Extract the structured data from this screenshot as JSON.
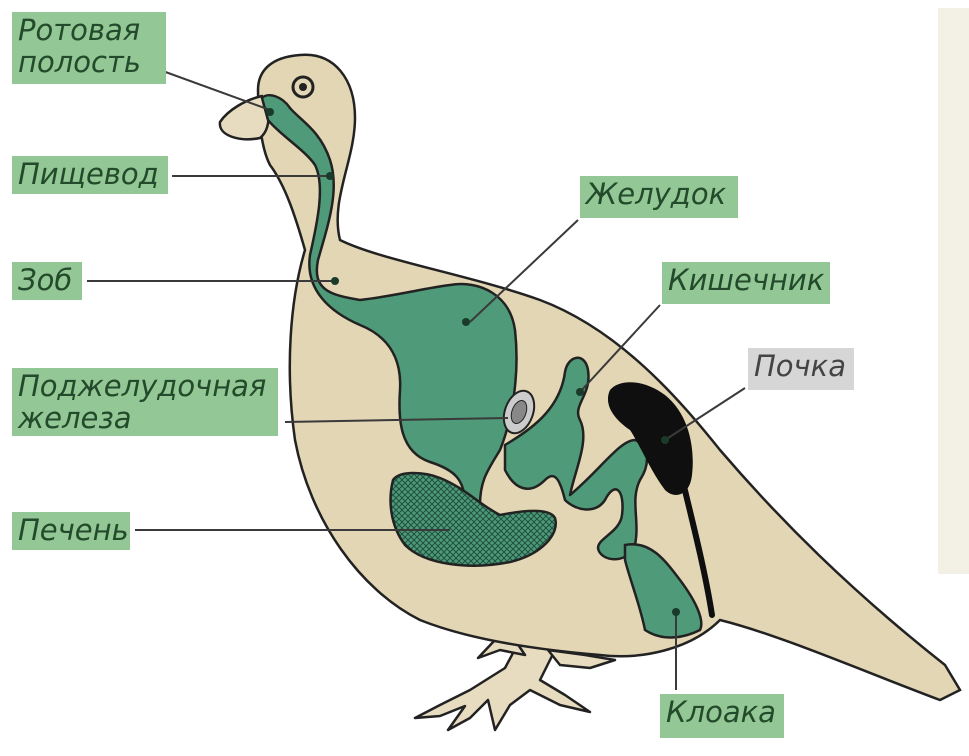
{
  "labels": {
    "oral_cavity": [
      "Ротовая",
      "полость"
    ],
    "esophagus": "Пищевод",
    "crop": "Зоб",
    "pancreas": [
      "Поджелудочная",
      "железа"
    ],
    "liver": "Печень",
    "stomach": "Желудок",
    "intestine": "Кишечник",
    "kidney": "Почка",
    "cloaca": "Клоака"
  },
  "colors": {
    "body": "#e3d6b5",
    "organs": "#4f9a78",
    "kidney": "#0f0f0f",
    "label_bg": "#93c795",
    "label_bg_inactive": "#d6d6d6",
    "panel": "#f3f1e6"
  }
}
